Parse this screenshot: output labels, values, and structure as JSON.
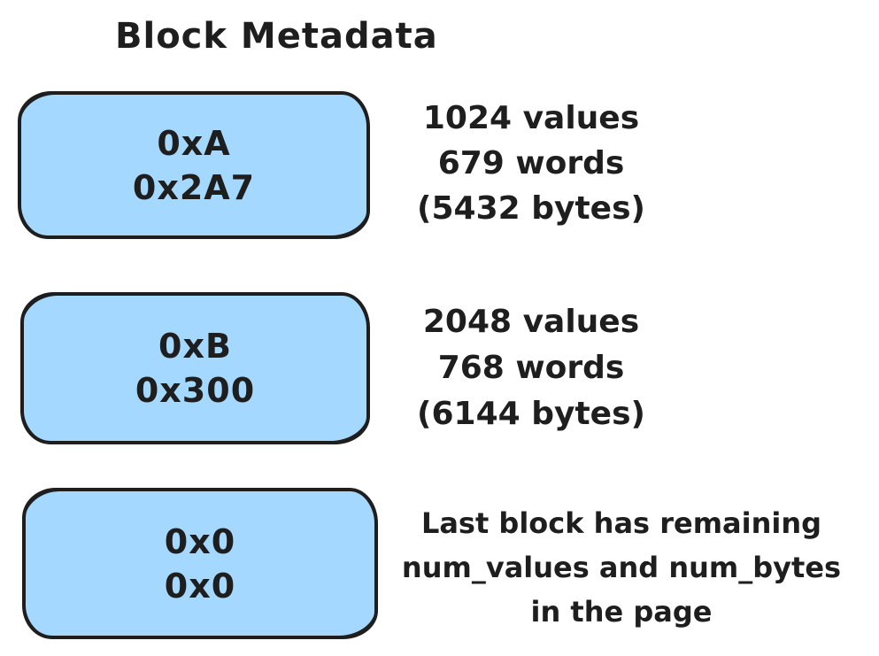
{
  "title": "Block Metadata",
  "colors": {
    "background": "#ffffff",
    "box_fill": "#a5d8ff",
    "stroke": "#1e1e1e",
    "text": "#1e1e1e"
  },
  "blocks": [
    {
      "box_lines": [
        "0xA",
        "0x2A7"
      ],
      "annotation_lines": [
        "1024 values",
        "679 words",
        "(5432 bytes)"
      ]
    },
    {
      "box_lines": [
        "0xB",
        "0x300"
      ],
      "annotation_lines": [
        "2048 values",
        "768 words",
        "(6144 bytes)"
      ]
    },
    {
      "box_lines": [
        "0x0",
        "0x0"
      ],
      "annotation_lines": [
        "Last block has remaining",
        "num_values and num_bytes",
        "in the page"
      ]
    }
  ]
}
